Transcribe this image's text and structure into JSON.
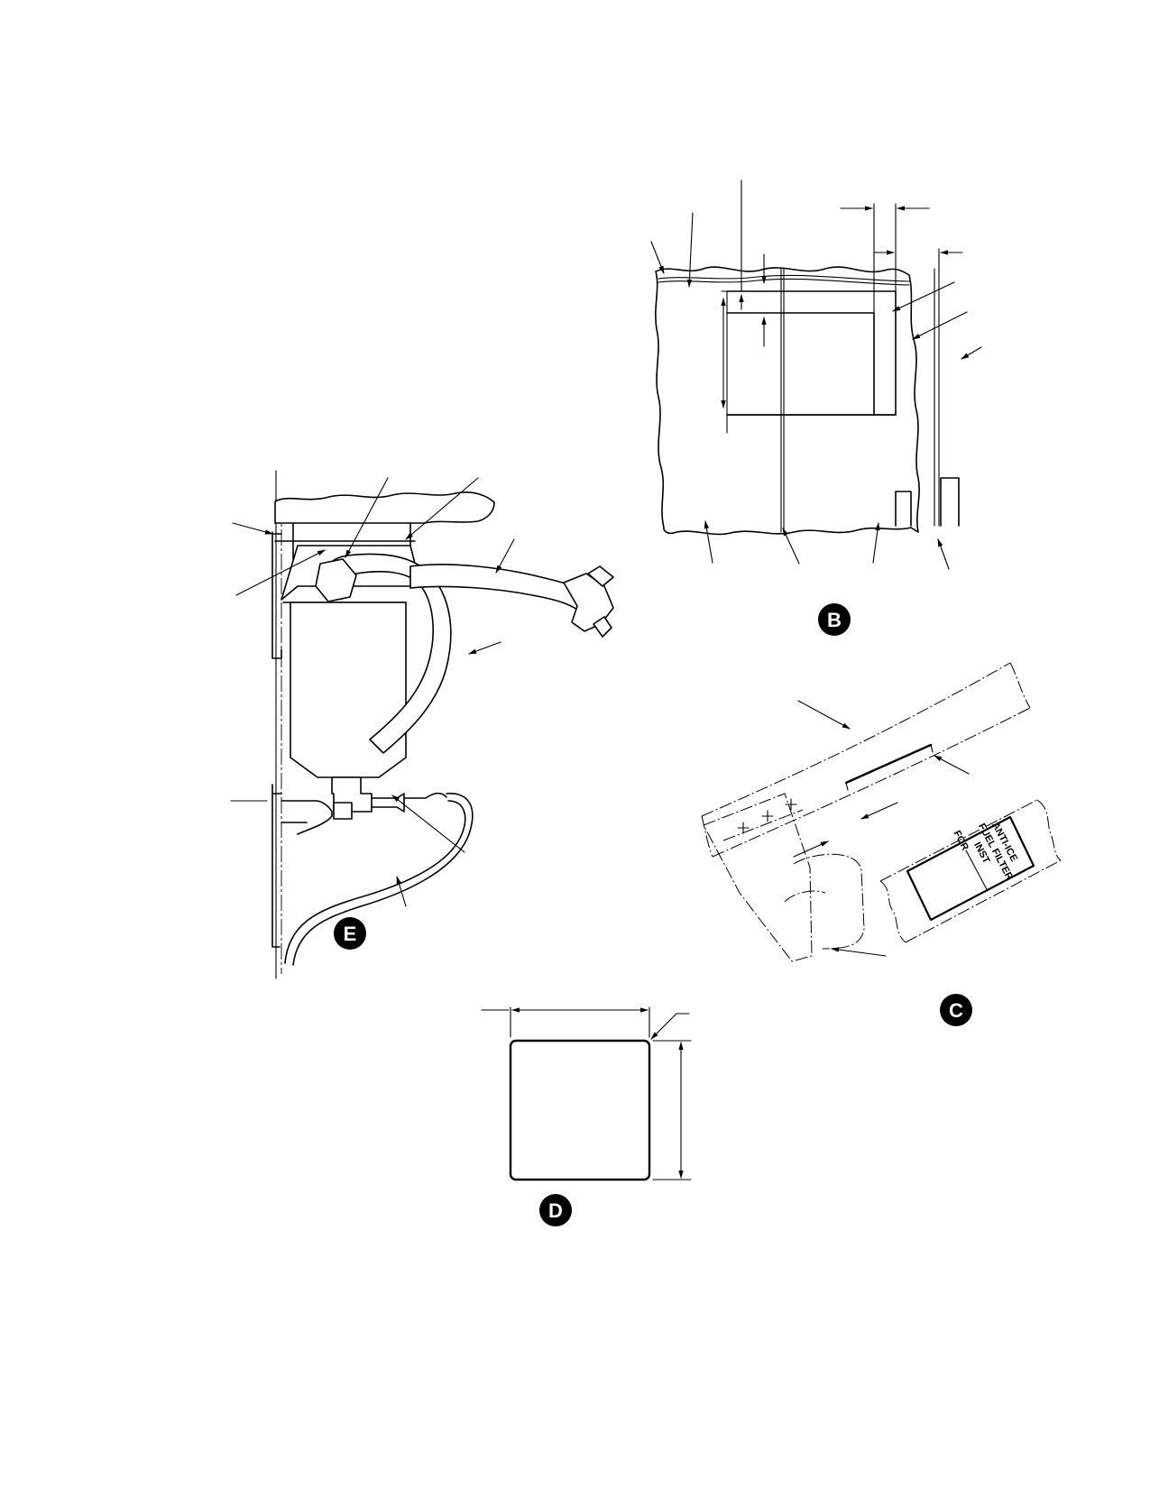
{
  "views": {
    "B": {
      "label": "B"
    },
    "C": {
      "label": "C"
    },
    "D": {
      "label": "D"
    },
    "E": {
      "label": "E"
    }
  },
  "decal": {
    "line1": "ANTI-ICE",
    "line2": "FUEL FILTER",
    "line3": "INST",
    "line4": "FOR"
  }
}
